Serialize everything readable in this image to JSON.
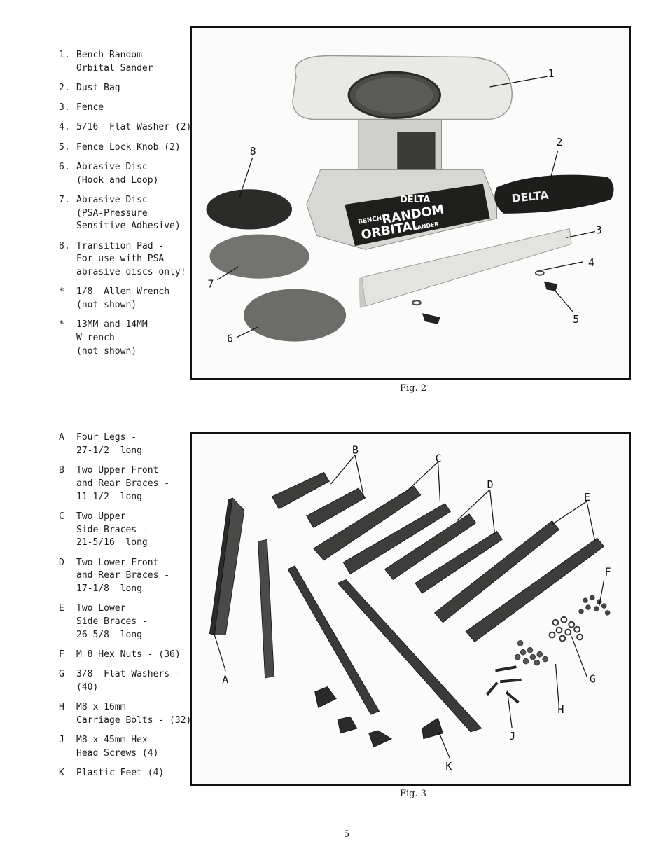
{
  "fig2_parts": [
    {
      "key": "1.",
      "lines": [
        "Bench Random",
        "Orbital Sander"
      ]
    },
    {
      "key": "2.",
      "lines": [
        "Dust Bag"
      ]
    },
    {
      "key": "3.",
      "lines": [
        "Fence"
      ]
    },
    {
      "key": "4.",
      "lines": [
        "5/16  Flat Washer (2)"
      ]
    },
    {
      "key": "5.",
      "lines": [
        "Fence Lock Knob (2)"
      ]
    },
    {
      "key": "6.",
      "lines": [
        "Abrasive Disc",
        "(Hook and Loop)"
      ]
    },
    {
      "key": "7.",
      "lines": [
        "Abrasive Disc",
        "(PSA-Pressure",
        "Sensitive Adhesive)"
      ]
    },
    {
      "key": "8.",
      "lines": [
        "Transition Pad -",
        "For use with PSA",
        "abrasive discs only!"
      ]
    },
    {
      "key": "*",
      "lines": [
        "1/8  Allen Wrench",
        "(not shown)"
      ]
    },
    {
      "key": "*",
      "lines": [
        "13MM and 14MM",
        "W rench",
        "(not shown)"
      ]
    }
  ],
  "fig3_parts": [
    {
      "key": "A",
      "lines": [
        "Four Legs -",
        "27-1/2  long"
      ]
    },
    {
      "key": "B",
      "lines": [
        "Two Upper Front",
        "and Rear Braces -",
        "11-1/2  long"
      ]
    },
    {
      "key": "C",
      "lines": [
        "Two Upper",
        "Side Braces -",
        "21-5/16  long"
      ]
    },
    {
      "key": "D",
      "lines": [
        "Two Lower Front",
        "and Rear Braces -",
        "17-1/8  long"
      ]
    },
    {
      "key": "E",
      "lines": [
        "Two Lower",
        "Side Braces -",
        "26-5/8  long"
      ]
    },
    {
      "key": "F",
      "lines": [
        "M 8 Hex Nuts - (36)"
      ]
    },
    {
      "key": "G",
      "lines": [
        "3/8  Flat Washers -",
        "(40)"
      ]
    },
    {
      "key": "H",
      "lines": [
        "M8 x 16mm",
        "Carriage Bolts - (32)"
      ]
    },
    {
      "key": "J",
      "lines": [
        "M8 x 45mm Hex",
        "Head Screws (4)"
      ]
    },
    {
      "key": "K",
      "lines": [
        "Plastic Feet (4)"
      ]
    }
  ],
  "fig2": {
    "caption": "Fig. 2",
    "callouts": [
      "1",
      "2",
      "3",
      "4",
      "5",
      "6",
      "7",
      "8"
    ],
    "sander_brand": "DELTA",
    "sander_label_top": "BENCH",
    "sander_label_main": "RANDOM",
    "sander_label_main2": "ORBITAL",
    "sander_label_small": "SANDER",
    "bag_brand": "DELTA"
  },
  "fig3": {
    "caption": "Fig. 3",
    "callouts": [
      "A",
      "B",
      "C",
      "D",
      "E",
      "F",
      "G",
      "H",
      "J",
      "K"
    ]
  },
  "page_number": "5"
}
